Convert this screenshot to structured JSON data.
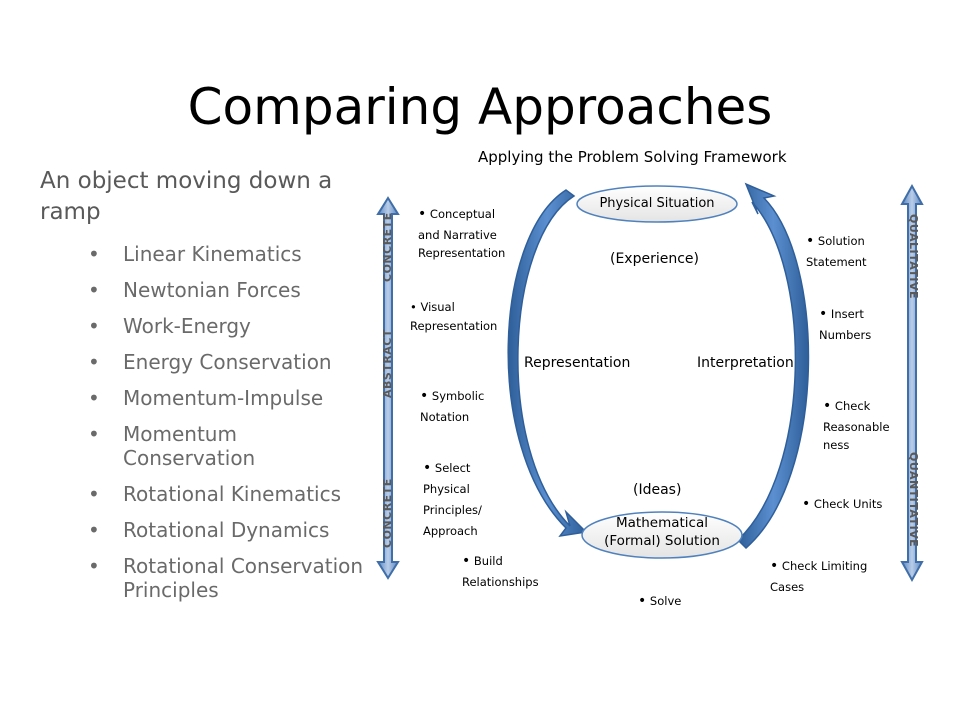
{
  "title": "Comparing Approaches",
  "subtitle": "An object moving down a ramp",
  "bullets": [
    "Linear Kinematics",
    "Newtonian Forces",
    "Work-Energy",
    "Energy Conservation",
    "Momentum-Impulse",
    "Momentum Conservation",
    "Rotational Kinematics",
    "Rotational Dynamics",
    "Rotational Conservation Principles"
  ],
  "diagram": {
    "heading": "Applying the Problem Solving Framework",
    "top_node": "Physical Situation",
    "bottom_node_line1": "Mathematical",
    "bottom_node_line2": "(Formal) Solution",
    "experience": "(Experience)",
    "ideas": "(Ideas)",
    "representation": "Representation",
    "interpretation": "Interpretation",
    "left_axis": {
      "concrete_top": "CONCRETE",
      "abstract": "ABSTRACT",
      "concrete_bottom": "CONCRETE"
    },
    "right_axis": {
      "qualitative": "QUALITATIVE",
      "quantitative": "QUANTITATIVE"
    },
    "left_notes": {
      "conceptual_1": "Conceptual",
      "conceptual_2": "and Narrative",
      "conceptual_3": "Representation",
      "visual_1": "Visual",
      "visual_2": "Representation",
      "symbolic_1": "Symbolic",
      "symbolic_2": "Notation",
      "select_1": "Select",
      "select_2": "Physical",
      "select_3": "Principles/",
      "select_4": "Approach",
      "build_1": "Build",
      "build_2": "Relationships",
      "solve": "Solve"
    },
    "right_notes": {
      "solution_1": "Solution",
      "solution_2": "Statement",
      "insert_1": "Insert",
      "insert_2": "Numbers",
      "check_1": "Check",
      "check_2": "Reasonable",
      "check_3": "ness",
      "units": "Check Units",
      "limiting_1": "Check Limiting",
      "limiting_2": "Cases"
    },
    "colors": {
      "arrow_fill": "#4a7ebb",
      "arrow_dark": "#2f5f9a",
      "bar_fill": "#7aa0cf"
    }
  }
}
